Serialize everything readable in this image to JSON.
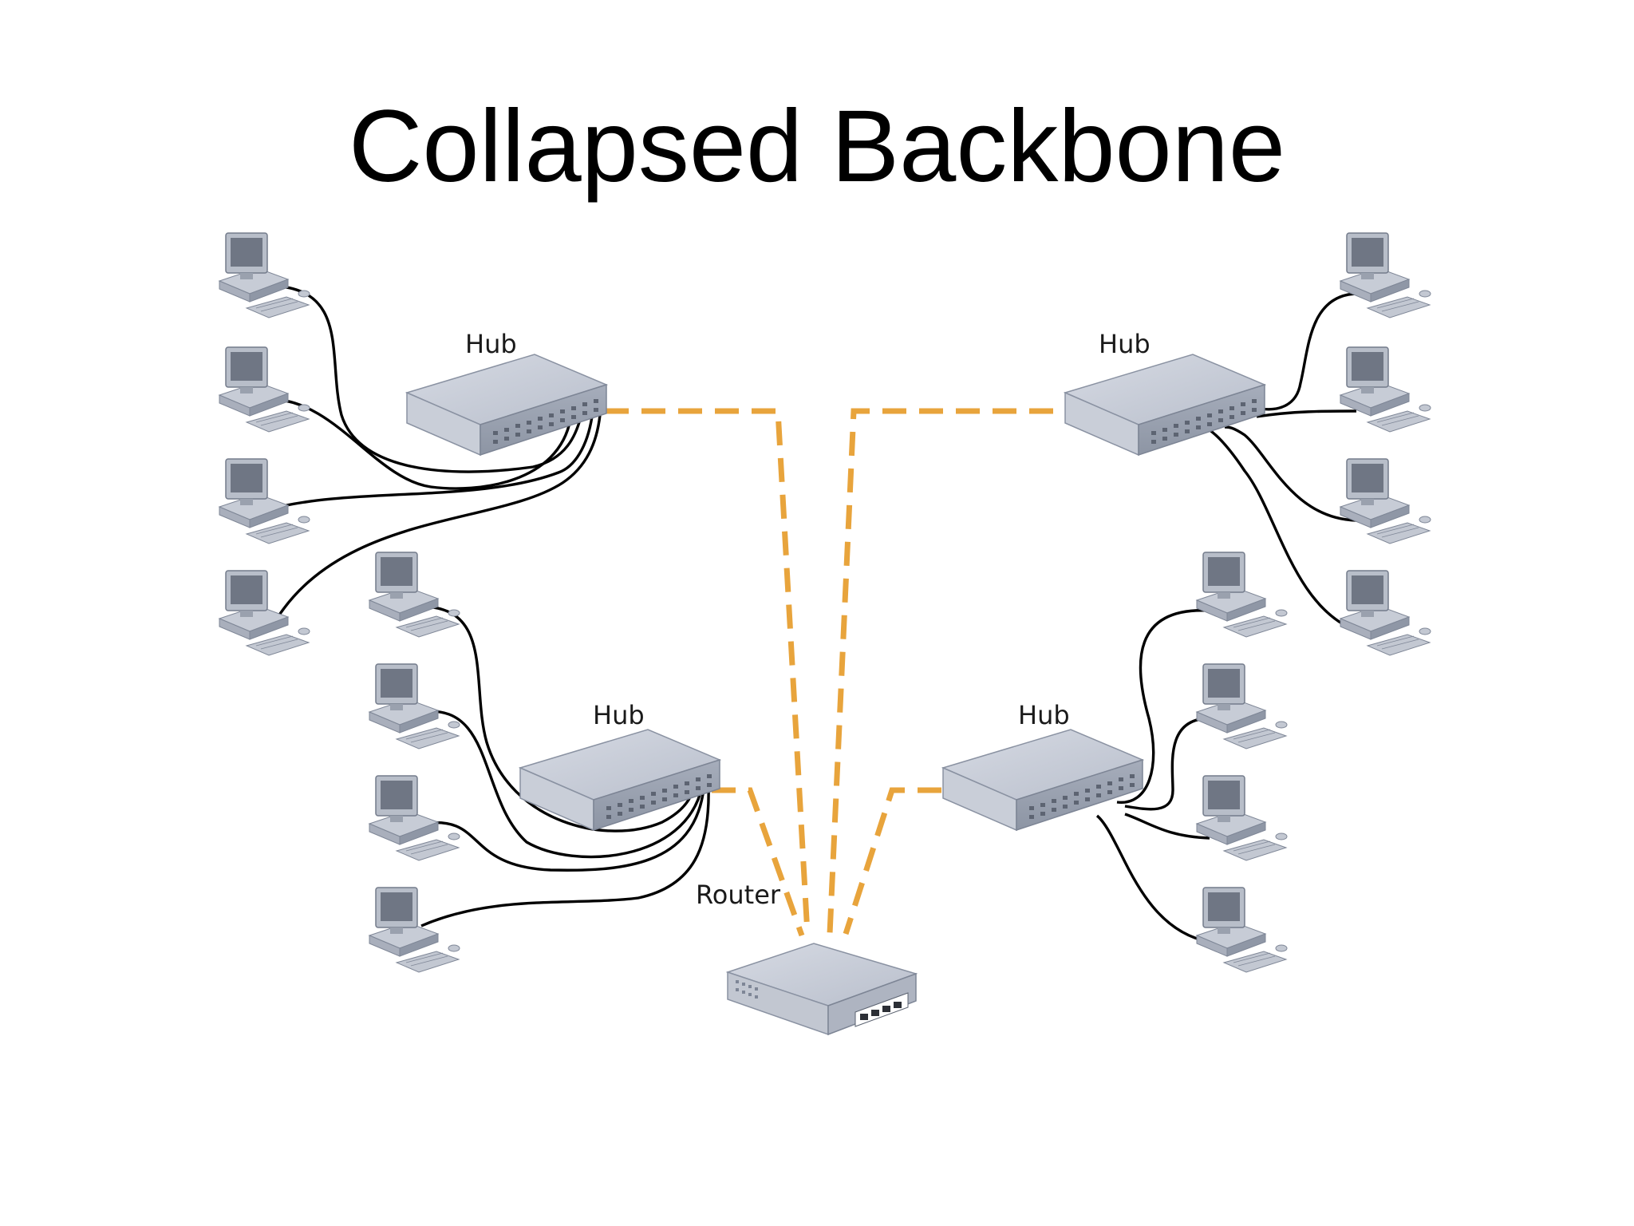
{
  "title": "Collapsed Backbone",
  "labels": {
    "hub_top_left": "Hub",
    "hub_top_right": "Hub",
    "hub_bottom_left": "Hub",
    "hub_bottom_right": "Hub",
    "router": "Router"
  },
  "colors": {
    "backbone_link": "#e8a43c",
    "lan_cable": "#000000",
    "device": "#b7bdc9"
  }
}
